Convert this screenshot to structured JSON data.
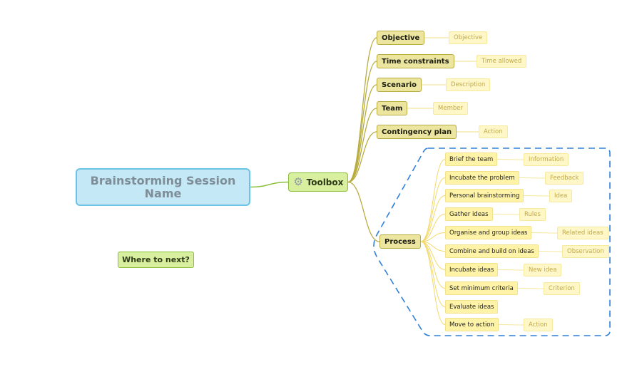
{
  "diagram": {
    "central_topic": "Brainstorming Session Name",
    "toolbox": {
      "label": "Toolbox",
      "icon": "gear-icon"
    },
    "floating_topic": "Where to next?",
    "branches": [
      {
        "label": "Objective",
        "child": "Objective"
      },
      {
        "label": "Time constraints",
        "child": "Time allowed"
      },
      {
        "label": "Scenario",
        "child": "Description"
      },
      {
        "label": "Team",
        "child": "Member"
      },
      {
        "label": "Contingency plan",
        "child": "Action"
      }
    ],
    "process": {
      "label": "Process",
      "steps": [
        {
          "label": "Brief the team",
          "child": "Information"
        },
        {
          "label": "Incubate the problem",
          "child": "Feedback"
        },
        {
          "label": "Personal brainstorming",
          "child": "Idea"
        },
        {
          "label": "Gather ideas",
          "child": "Rules"
        },
        {
          "label": "Organise and group ideas",
          "child": "Related ideas"
        },
        {
          "label": "Combine and build on ideas",
          "child": "Observation"
        },
        {
          "label": "Incubate ideas",
          "child": "New idea"
        },
        {
          "label": "Set minimum criteria",
          "child": "Criterion"
        },
        {
          "label": "Evaluate ideas",
          "child": ""
        },
        {
          "label": "Move to action",
          "child": "Action"
        }
      ]
    },
    "colors": {
      "central_fill": "#c5e8f6",
      "central_border": "#6bc3e6",
      "toolbox_fill": "#d8ef9f",
      "branch_fill": "#ebe59f",
      "step_fill": "#fff3a8",
      "leaf_fill": "#fff7c8",
      "boundary": "#2f80d8"
    }
  }
}
